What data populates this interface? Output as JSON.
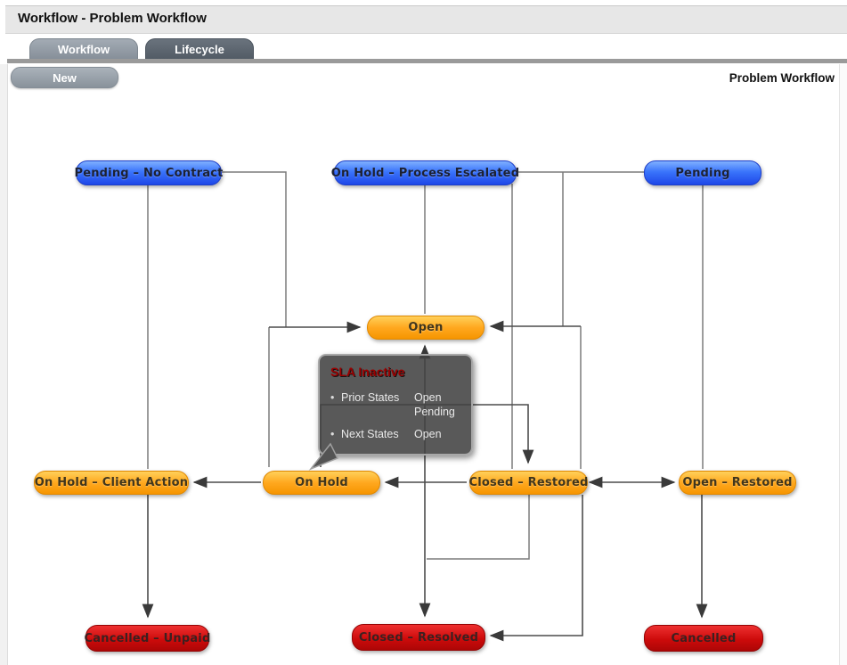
{
  "header": {
    "title": "Workflow - Problem Workflow"
  },
  "tabs": [
    {
      "label": "Workflow",
      "active": true
    },
    {
      "label": "Lifecycle",
      "active": false
    }
  ],
  "toolbar": {
    "new_label": "New",
    "context_label": "Problem Workflow"
  },
  "diagram": {
    "nodes": [
      {
        "id": "pending-no-contract",
        "label": "Pending – No Contract",
        "type": "blue"
      },
      {
        "id": "on-hold-process-escalated",
        "label": "On Hold – Process Escalated",
        "type": "blue"
      },
      {
        "id": "pending",
        "label": "Pending",
        "type": "blue"
      },
      {
        "id": "open",
        "label": "Open",
        "type": "orange"
      },
      {
        "id": "on-hold-client-action",
        "label": "On Hold – Client Action",
        "type": "orange"
      },
      {
        "id": "on-hold",
        "label": "On Hold",
        "type": "orange"
      },
      {
        "id": "closed-restored",
        "label": "Closed – Restored",
        "type": "orange"
      },
      {
        "id": "open-restored",
        "label": "Open – Restored",
        "type": "orange"
      },
      {
        "id": "cancelled-unpaid",
        "label": "Cancelled – Unpaid",
        "type": "red"
      },
      {
        "id": "closed-resolved",
        "label": "Closed – Resolved",
        "type": "red"
      },
      {
        "id": "cancelled",
        "label": "Cancelled",
        "type": "red"
      }
    ],
    "tooltip": {
      "title": "SLA Inactive",
      "rows": [
        {
          "bullet": "•",
          "label": "Prior States",
          "value": "Open"
        },
        {
          "bullet": "",
          "label": "",
          "value": "Pending"
        },
        {
          "bullet": "•",
          "label": "Next States",
          "value": "Open"
        }
      ]
    },
    "colors": {
      "blue": "#2f6bfa",
      "orange": "#ff9e1f",
      "red": "#cd0b0b",
      "line": "#7b7b7b",
      "arrow": "#3a3a3a"
    }
  }
}
